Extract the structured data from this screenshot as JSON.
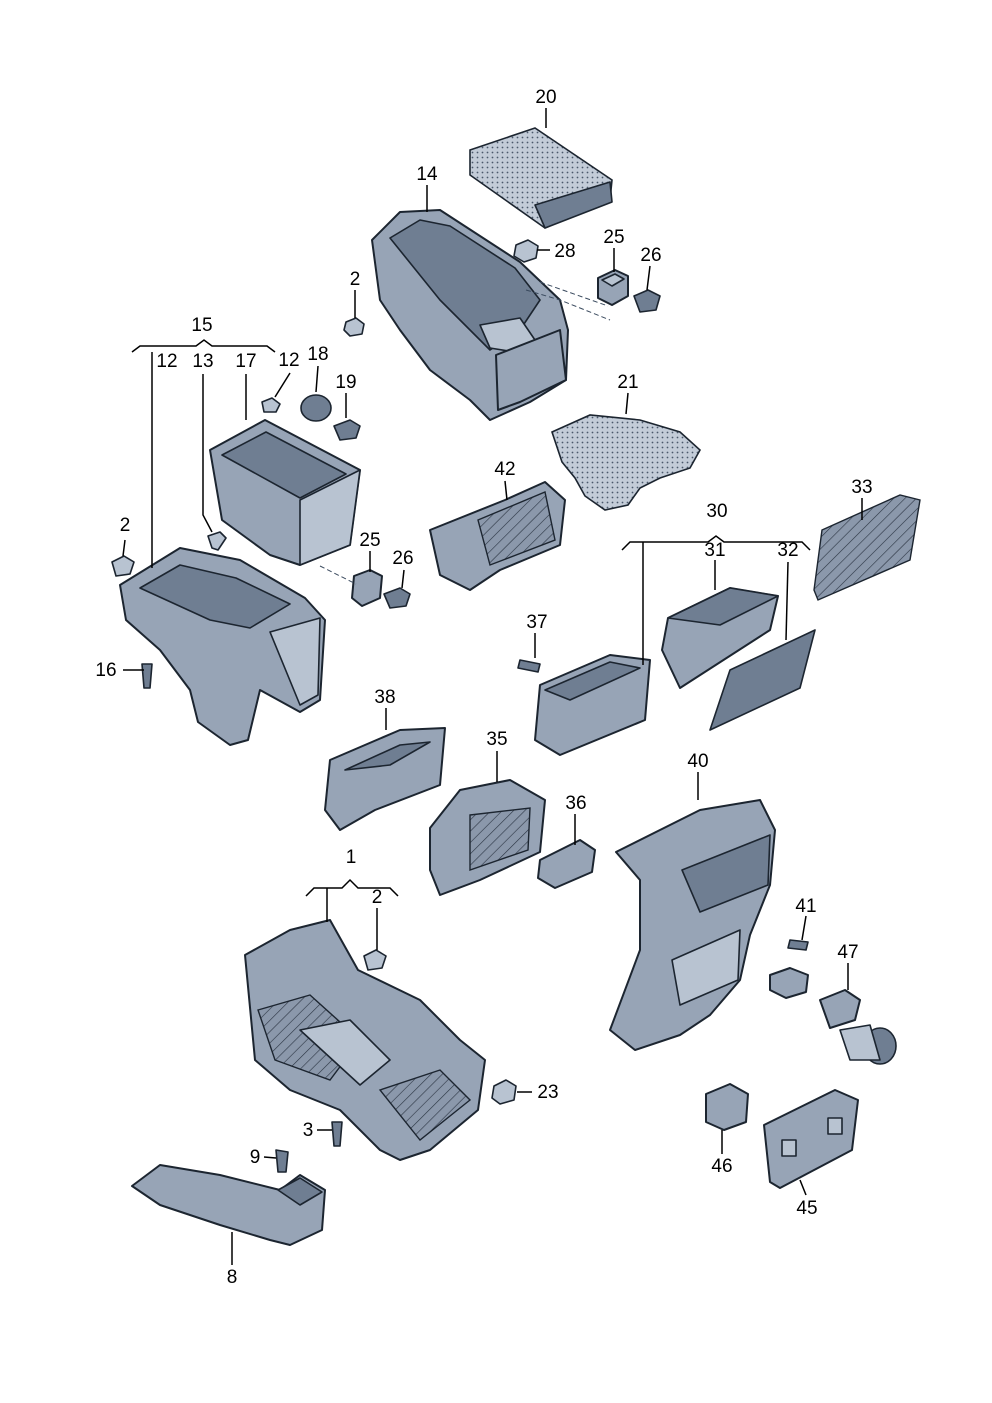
{
  "callouts": {
    "c1": "1",
    "c2a": "2",
    "c2b": "2",
    "c2c": "2",
    "c3": "3",
    "c8": "8",
    "c9": "9",
    "c12a": "12",
    "c12b": "12",
    "c13": "13",
    "c14": "14",
    "c15": "15",
    "c16": "16",
    "c17": "17",
    "c18": "18",
    "c19": "19",
    "c20": "20",
    "c21": "21",
    "c23": "23",
    "c25a": "25",
    "c25b": "25",
    "c26a": "26",
    "c26b": "26",
    "c28": "28",
    "c30": "30",
    "c31": "31",
    "c32": "32",
    "c33": "33",
    "c35": "35",
    "c36": "36",
    "c37": "37",
    "c38": "38",
    "c40": "40",
    "c41": "41",
    "c42": "42",
    "c45": "45",
    "c46": "46",
    "c47": "47"
  },
  "colors": {
    "part_fill": "#97a4b6",
    "part_light": "#b8c3d1",
    "part_dark": "#6f7e92",
    "outline": "#1c2530",
    "leader": "#000000"
  }
}
